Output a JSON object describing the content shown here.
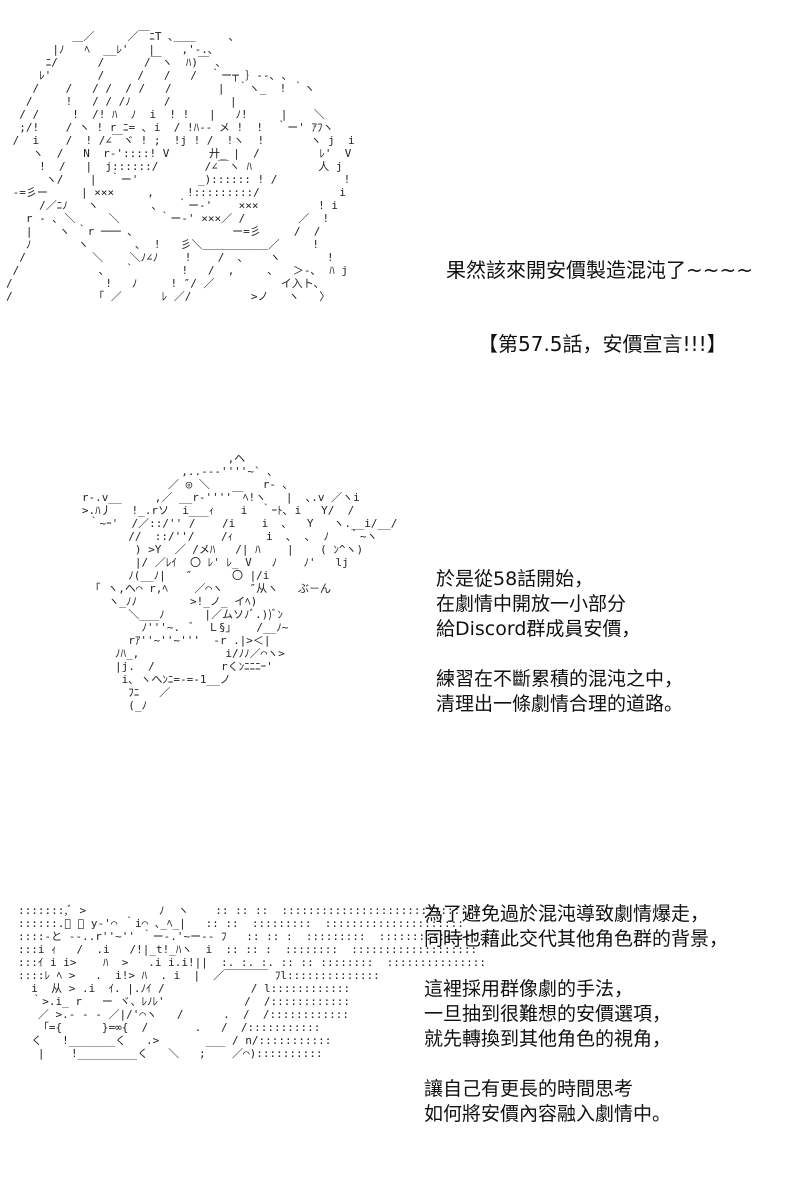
{
  "panel1": {
    "narration": "果然該來開安價製造混沌了~~~~",
    "chapter_title": "【第57.5話，安價宣言!!!】",
    "art": "          ＿／     ／￣ﾆT ､＿＿     ､\n       |ﾉ   ﾍ  __ﾚ'   |    ,'-.､\n      ﾆ/      /      /￣ヽ  ﾊ)￣ ､\n     ﾚ'       /     /   /   /  ｀ー┬ ｝--､ ､\n    /    /   / /  / /   /       |  ｀ヽ_  ! ｀ヽ\n   /     !   / / /ﾉ     /         |\n  / /     !  /! ﾊ  ﾉ  i  ! !   |   ﾉ!     |    ＼\n  ;/!    / ヽ ! r ﾆ= ､ i  / !ﾊ-- メ !  !  ｀ー' ｱﾌヽ\n /  i    /  ! /∠￣ヾ ! ;  !j ! /  !ヽ  !       ヽ j  i\n    ヽ  /   N  r-'::::! V      廾_ |  /         ﾚ'  V\n     !  /   |  j::::::/       /∠￣ヽ ﾊ          人 j\n      ヽ/    |  ｀ー'         _):::::: ! /          !\n ‐=彡ー     | ×××     ,     !:::::::::/            i\n     /／ﾆﾉ   ヽ        ､   ｀ー-'    ×××         ! i\n   r ‐ ､ ＼     ＼      ｀ー-' ×××／ /        ／  !\n   |    ヽ ｀r ─── ､               ー=彡     /  /\n   ﾉ       ヽ       ､  !   彡＼＿＿＿＿＿＿／     !\n  /          ＼    ＼ﾉ∠ﾉ    !    /  ､    ヽ       !\n /            ､   ｀       !   /  ,     ､   ＞-､  ﾊ j\n/              !   ﾉ     ! ″/ ／          イ入ト､\n/             ｢ ／      ﾚ ／/         >ノ   ヽ   〉"
  },
  "panel2": {
    "paragraph1": [
      "於是從58話開始，",
      "在劇情中開放一小部分",
      "給Discord群成員安價，"
    ],
    "paragraph2": [
      "練習在不斷累積的混沌之中，",
      "清理出一條劇情合理的道路。"
    ],
    "art": "                         ,ヘ\n                  ,..--‐''''~` ､\n                ／ ◎ ＼        r‐ ､\n   r‐.v__     ,／ __r‐''''￣ﾍ!ヽ   |  ､.v ／ヽi\n   >.ﾊ丿   !_.rソ  i___ｨ    i  ｀ｰﾄ､ i   Y/  /\n    ｀~ｰ'  /／::/'' /    /i    i  ､   Y   ヽ.__i/__/\n          //  ::/''/    /ｨ     i  ､  ､  ﾉ   ｀~ヽ\n           ) >Y  ／ /メﾊ   /| ﾊ    |    ( ﾝ^ヽ)\n           |/ ／ﾚｲ  〇 ﾚ' ﾚ_ V   ﾉ    ﾉ'   lj\n          ﾉ(__ﾉ|   ″      〇 |/i\n     ｢ ヽ,ヘ⌒ r,ﾍ    ／⌒ヽ    ″从ヽ   ぶ－ん\n       ヽ_ﾉﾉ        >!_ノ_ イﾍ)\n          ＼___ﾉ      |／ムソﾉﾞ.))ﾞﾝ\n            ﾉ'''~.  ﾞ  Ｌ§」   /__ﾉ~\n          rｱ''~''~'''  ‐r .|>＜|\n        ﾉﾊ_,             i/ﾉﾉ／⌒ヽ>\n        |j.  /          rくﾝﾆﾆﾆｰ'\n         i､ ヽヘﾝﾆ=‐=‐1__ノ\n          ﾌﾆ   ／\n          (_ﾉ"
  },
  "panel3": {
    "paragraph1": [
      "為了避免過於混沌導致劇情爆走，",
      "同時也藉此交代其他角色群的背景，"
    ],
    "paragraph2": [
      "這裡採用群像劇的手法，",
      "一旦抽到很難想的安價選項，",
      "就先轉換到其他角色的視角，"
    ],
    "paragraph3": [
      "讓自己有更長的時間思考",
      "如何將安價內容融入劇情中。"
    ],
    "art": ":::::::,ﾞ >           ﾉ  ヽ    :: :: ::  ::::::::::::::::::::::::::::::\n::::::.ﾞ ／ y‐'⌒ ｀i⌒ ､_ﾍ_|   :: ::  :::::::::  :::::::::::::::::::::\n::::‐と ‐-..r''~'' ｀ー-.'~ー-- ﾌ   :: :: :  :::::::::  :::::::::::::::::\n:::i ｨ   /  .i   /!|_t!_ﾊヽ  i  :: :: :  ::::::::  :::::::::::::::::::\n:::ｲ i i>    ﾊ  >   .i i.i!||  :. :. :. :: :: ::::::::  :::::::::::::::\n::::ﾚ ﾍ >   .  i!> ﾊ  . i  |  ／￣￣￣￣ ﾌl::::::::::::::\n  i  从 > .i  ｲ. |.ﾉｲ /             / l::::::::::::\n  ｀>.i_ r   ー ヾ、ﾚﾉﾚ'            /  /::::::::::::\n   ／ >.- - - ／|/'⌒ヽ   /      .  /  /::::::::::::\n   「={      }=∞{  /       .   /  /:::::::::::\n  く   !_______く   .>       ___ / n/:::::::::::\n   |    !_________く   ＼   ;    ／⌒)::::::::::"
  }
}
